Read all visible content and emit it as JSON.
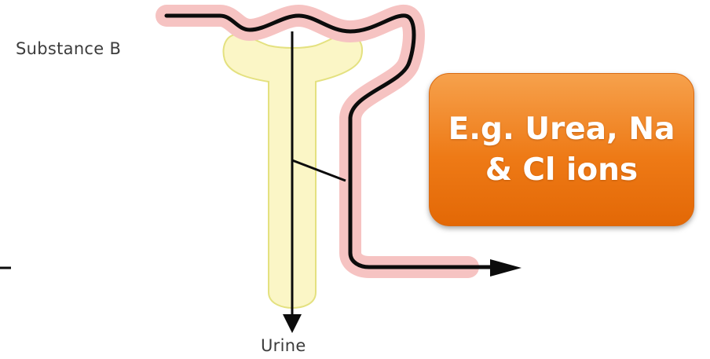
{
  "labels": {
    "substance": "Substance B",
    "urine": "Urine"
  },
  "callout": {
    "line1": "E.g. Urea, Na",
    "line2": "& Cl ions"
  },
  "colors": {
    "tubule_fill": "#fbf6c6",
    "tubule_outline": "#e4e180",
    "vessel_fill": "#f6c3c2",
    "vessel_outline": "#e48c8c",
    "path_line": "#0c0c0c",
    "callout_top": "#f6a14c",
    "callout_bottom": "#e36806",
    "callout_text": "#ffffff"
  }
}
